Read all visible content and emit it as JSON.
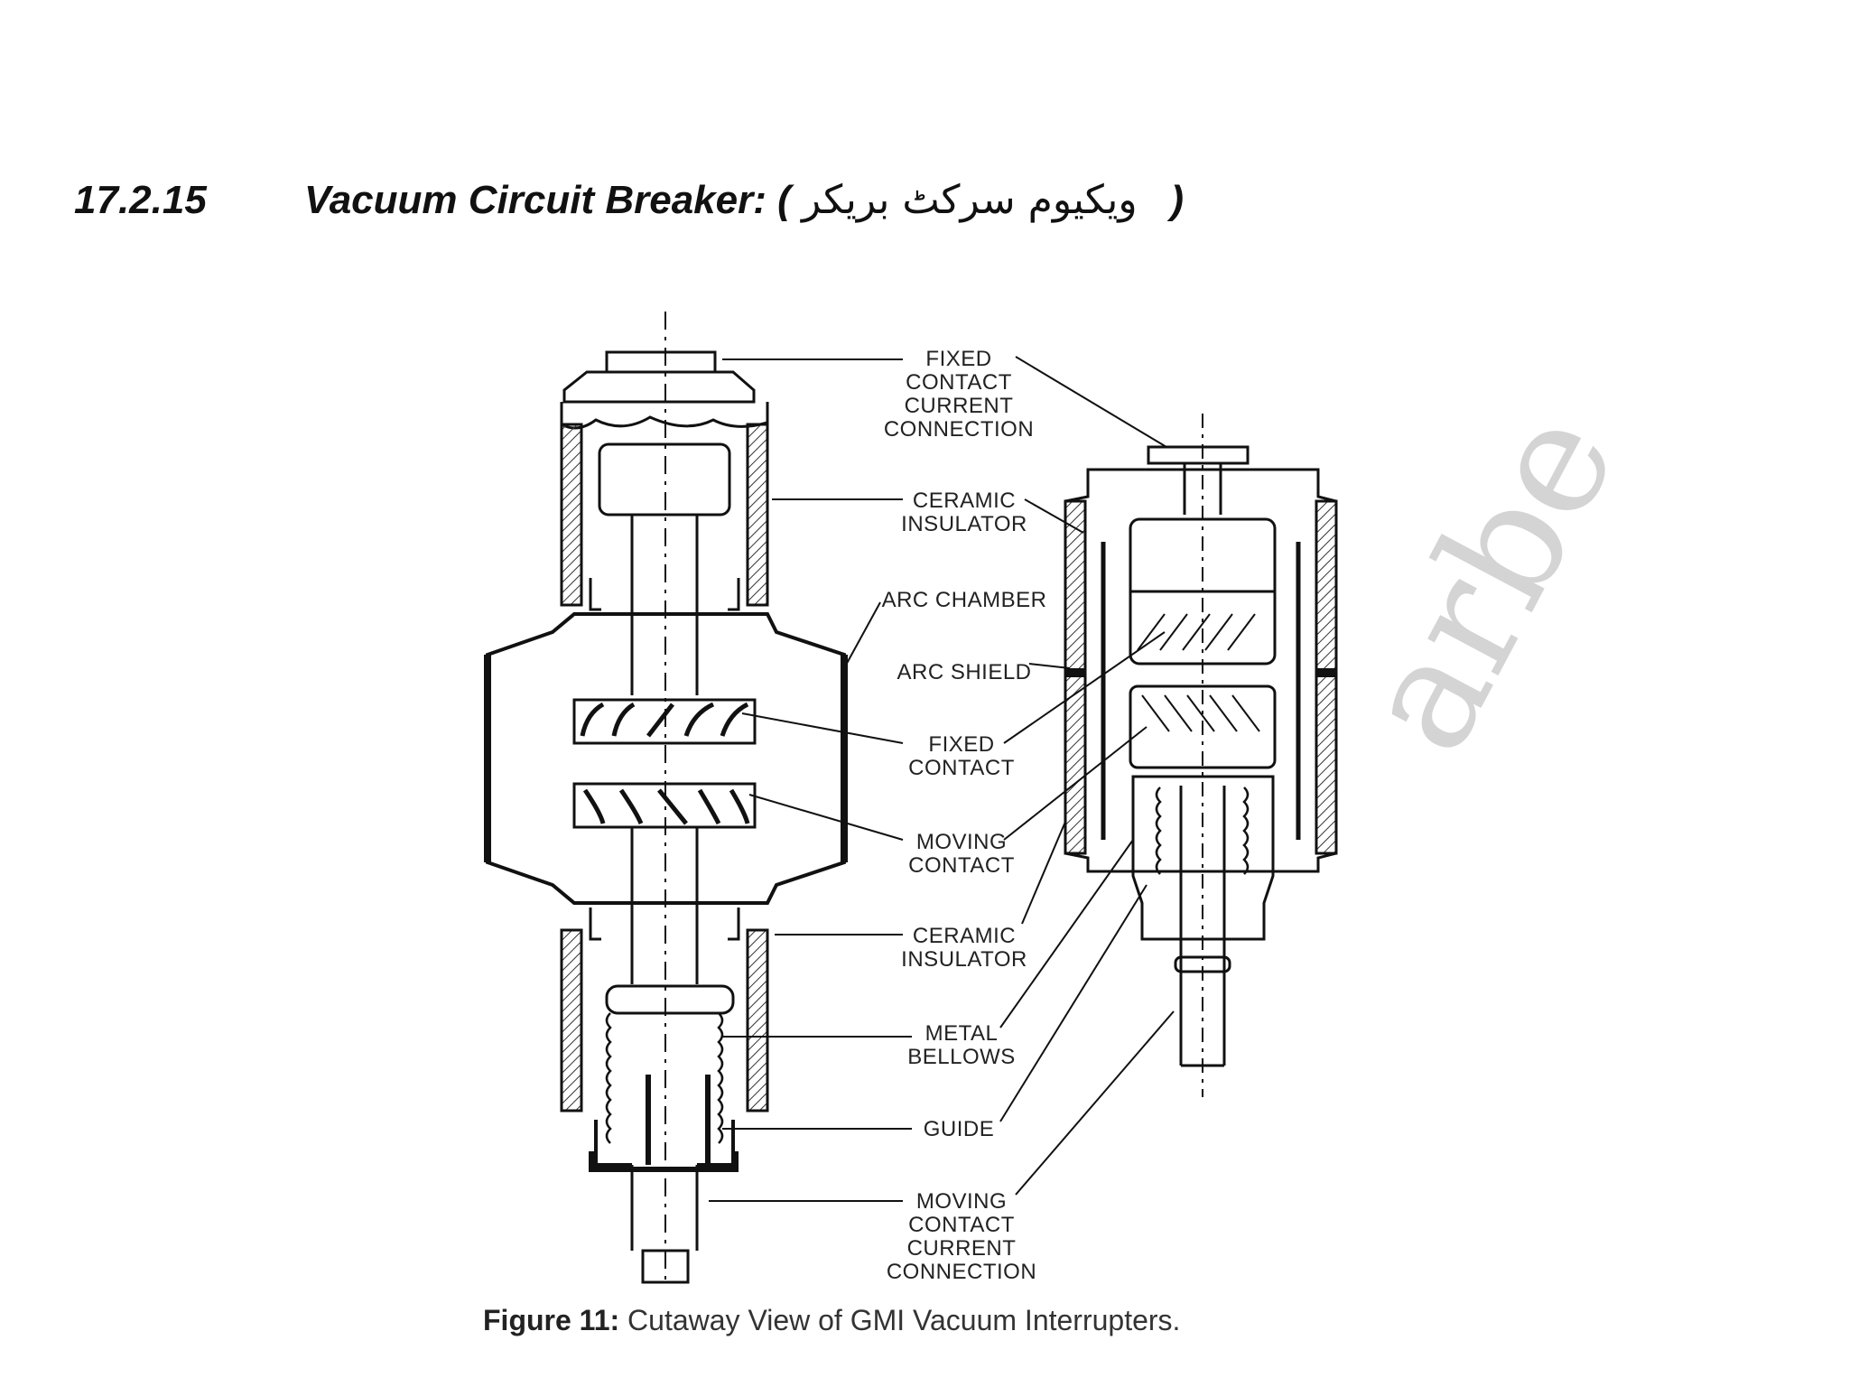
{
  "heading": {
    "number": "17.2.15",
    "title": "Vacuum Circuit Breaker: (",
    "urdu": "ویکیوم سرکٹ بریکر",
    "close": ")"
  },
  "labels": {
    "fixed_contact_current_connection": [
      "FIXED",
      "CONTACT",
      "CURRENT",
      "CONNECTION"
    ],
    "ceramic_insulator_top": [
      "CERAMIC",
      "INSULATOR"
    ],
    "arc_chamber": [
      "ARC CHAMBER"
    ],
    "arc_shield": [
      "ARC SHIELD"
    ],
    "fixed_contact": [
      "FIXED",
      "CONTACT"
    ],
    "moving_contact": [
      "MOVING",
      "CONTACT"
    ],
    "ceramic_insulator_bottom": [
      "CERAMIC",
      "INSULATOR"
    ],
    "metal_bellows": [
      "METAL",
      "BELLOWS"
    ],
    "guide": [
      "GUIDE"
    ],
    "moving_contact_current_connection": [
      "MOVING",
      "CONTACT",
      "CURRENT",
      "CONNECTION"
    ]
  },
  "caption": {
    "prefix": "Figure 11:",
    "text": " Cutaway View of GMI Vacuum Interrupters."
  },
  "watermark": "arbe"
}
